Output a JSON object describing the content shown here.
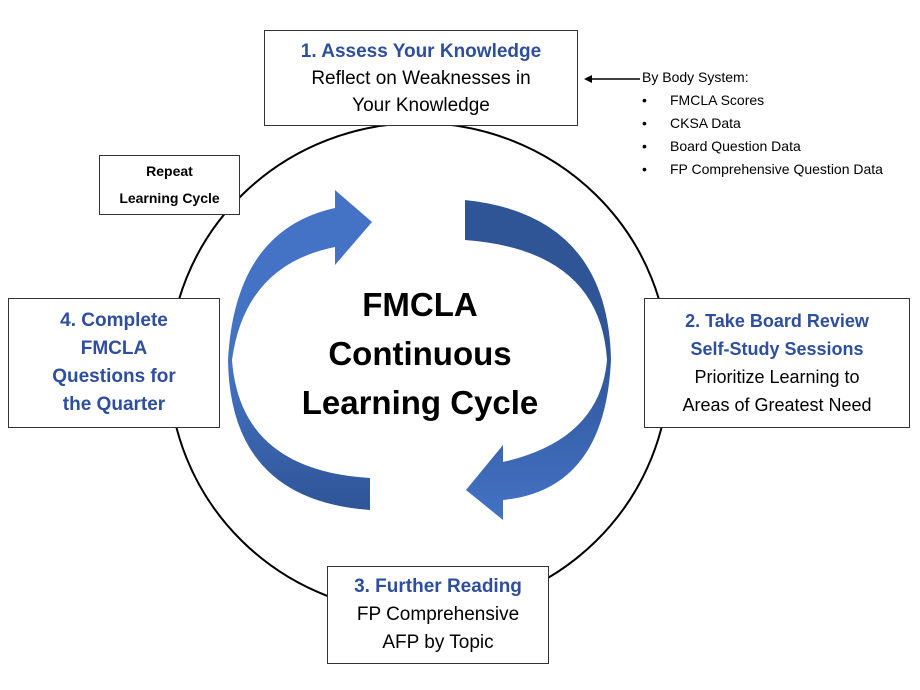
{
  "center_title": [
    "FMCLA",
    "Continuous",
    "Learning Cycle"
  ],
  "step1": {
    "title": "1. Assess Your Knowledge",
    "lines": [
      "Reflect on Weaknesses in",
      "Your Knowledge"
    ]
  },
  "step2": {
    "title": [
      "2. Take Board Review",
      "Self-Study Sessions"
    ],
    "lines": [
      "Prioritize Learning to",
      "Areas of Greatest Need"
    ]
  },
  "step3": {
    "title": "3. Further Reading",
    "lines": [
      "FP Comprehensive",
      "AFP by Topic"
    ]
  },
  "step4": {
    "title": [
      "4. Complete",
      "FMCLA",
      "Questions for",
      "the Quarter"
    ]
  },
  "repeat": [
    "Repeat",
    "Learning Cycle"
  ],
  "side_note": {
    "heading": "By Body System:",
    "items": [
      "FMCLA Scores",
      "CKSA Data",
      "Board Question Data",
      "FP Comprehensive Question Data"
    ]
  },
  "colors": {
    "title_blue": "#2E4E9E",
    "arrow_light": "#4472C4",
    "arrow_dark": "#2F5597"
  }
}
